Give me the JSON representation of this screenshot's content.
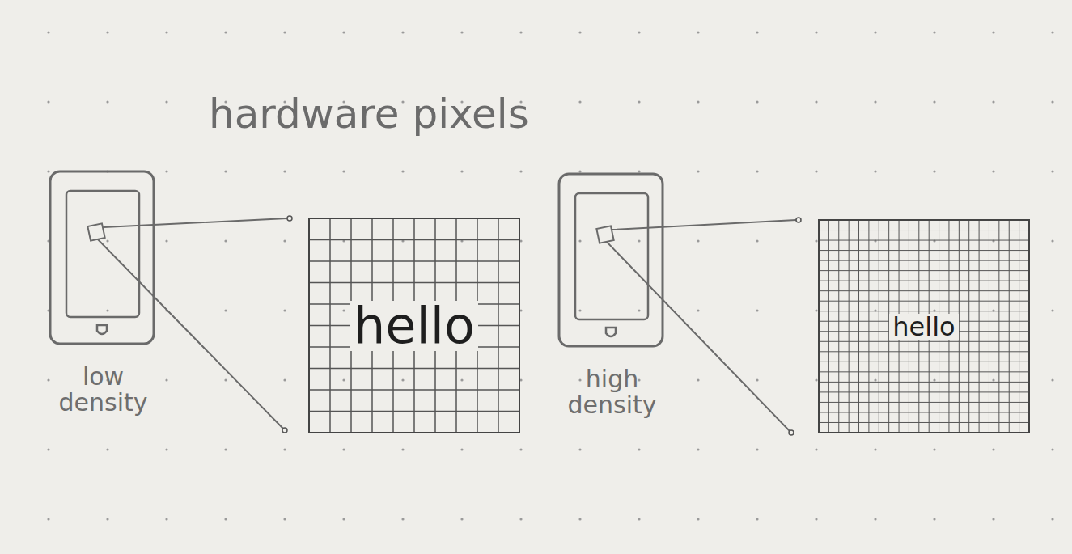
{
  "diagram": {
    "title": "hardware pixels",
    "nodes": [
      {
        "text": [
          "low density"
        ]
      },
      {
        "text": [
          "hello"
        ]
      },
      {
        "text": [
          "high density"
        ]
      },
      {
        "text": [
          "hello"
        ]
      }
    ]
  }
}
